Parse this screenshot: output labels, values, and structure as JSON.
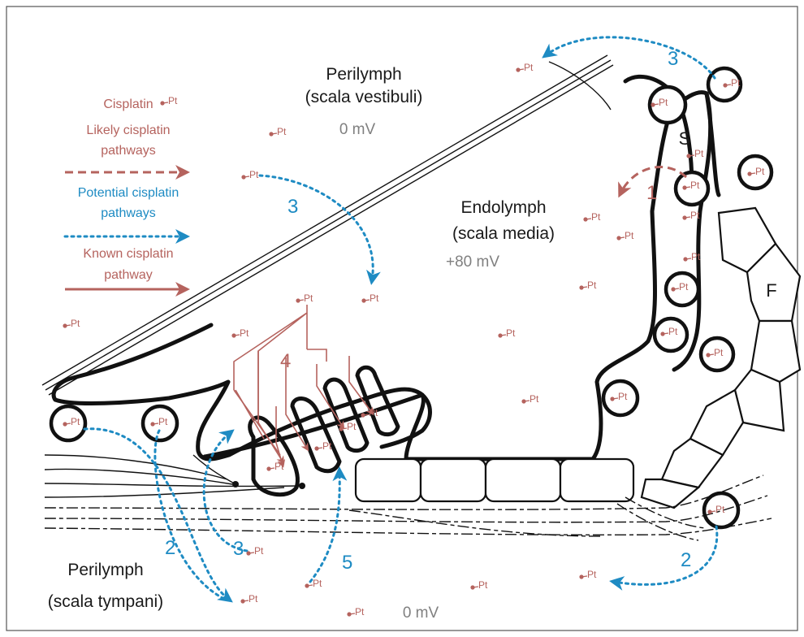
{
  "labels": {
    "perilymph_top": "Perilymph",
    "scala_vestibuli": "(scala vestibuli)",
    "mv_vestibuli": "0 mV",
    "endolymph": "Endolymph",
    "scala_media": "(scala media)",
    "mv_media": "+80 mV",
    "perilymph_bottom": "Perilymph",
    "scala_tympani": "(scala tympani)",
    "mv_tympani": "0 mV",
    "stria_S": "S",
    "fibrocyte_F": "F"
  },
  "legend": {
    "cisplatin": "Cisplatin",
    "likely_line1": "Likely cisplatin",
    "likely_line2": "pathways",
    "potential_line1": "Potential cisplatin",
    "potential_line2": "pathways",
    "known_line1": "Known cisplatin",
    "known_line2": "pathway"
  },
  "pathway_numbers": {
    "n1": "1",
    "n2_left": "2",
    "n2_right": "2",
    "n3_top_right": "3",
    "n3_middle": "3",
    "n3_bottom": "3",
    "n4": "4",
    "n5": "5"
  },
  "pt_label": "Pt",
  "colors": {
    "cisplatin": "#b5635e",
    "potential": "#1e8bc3",
    "outline": "#111111",
    "potential_text": "#808080"
  },
  "icons": [
    "cisplatin-molecule-icon",
    "arrowhead-icon"
  ]
}
